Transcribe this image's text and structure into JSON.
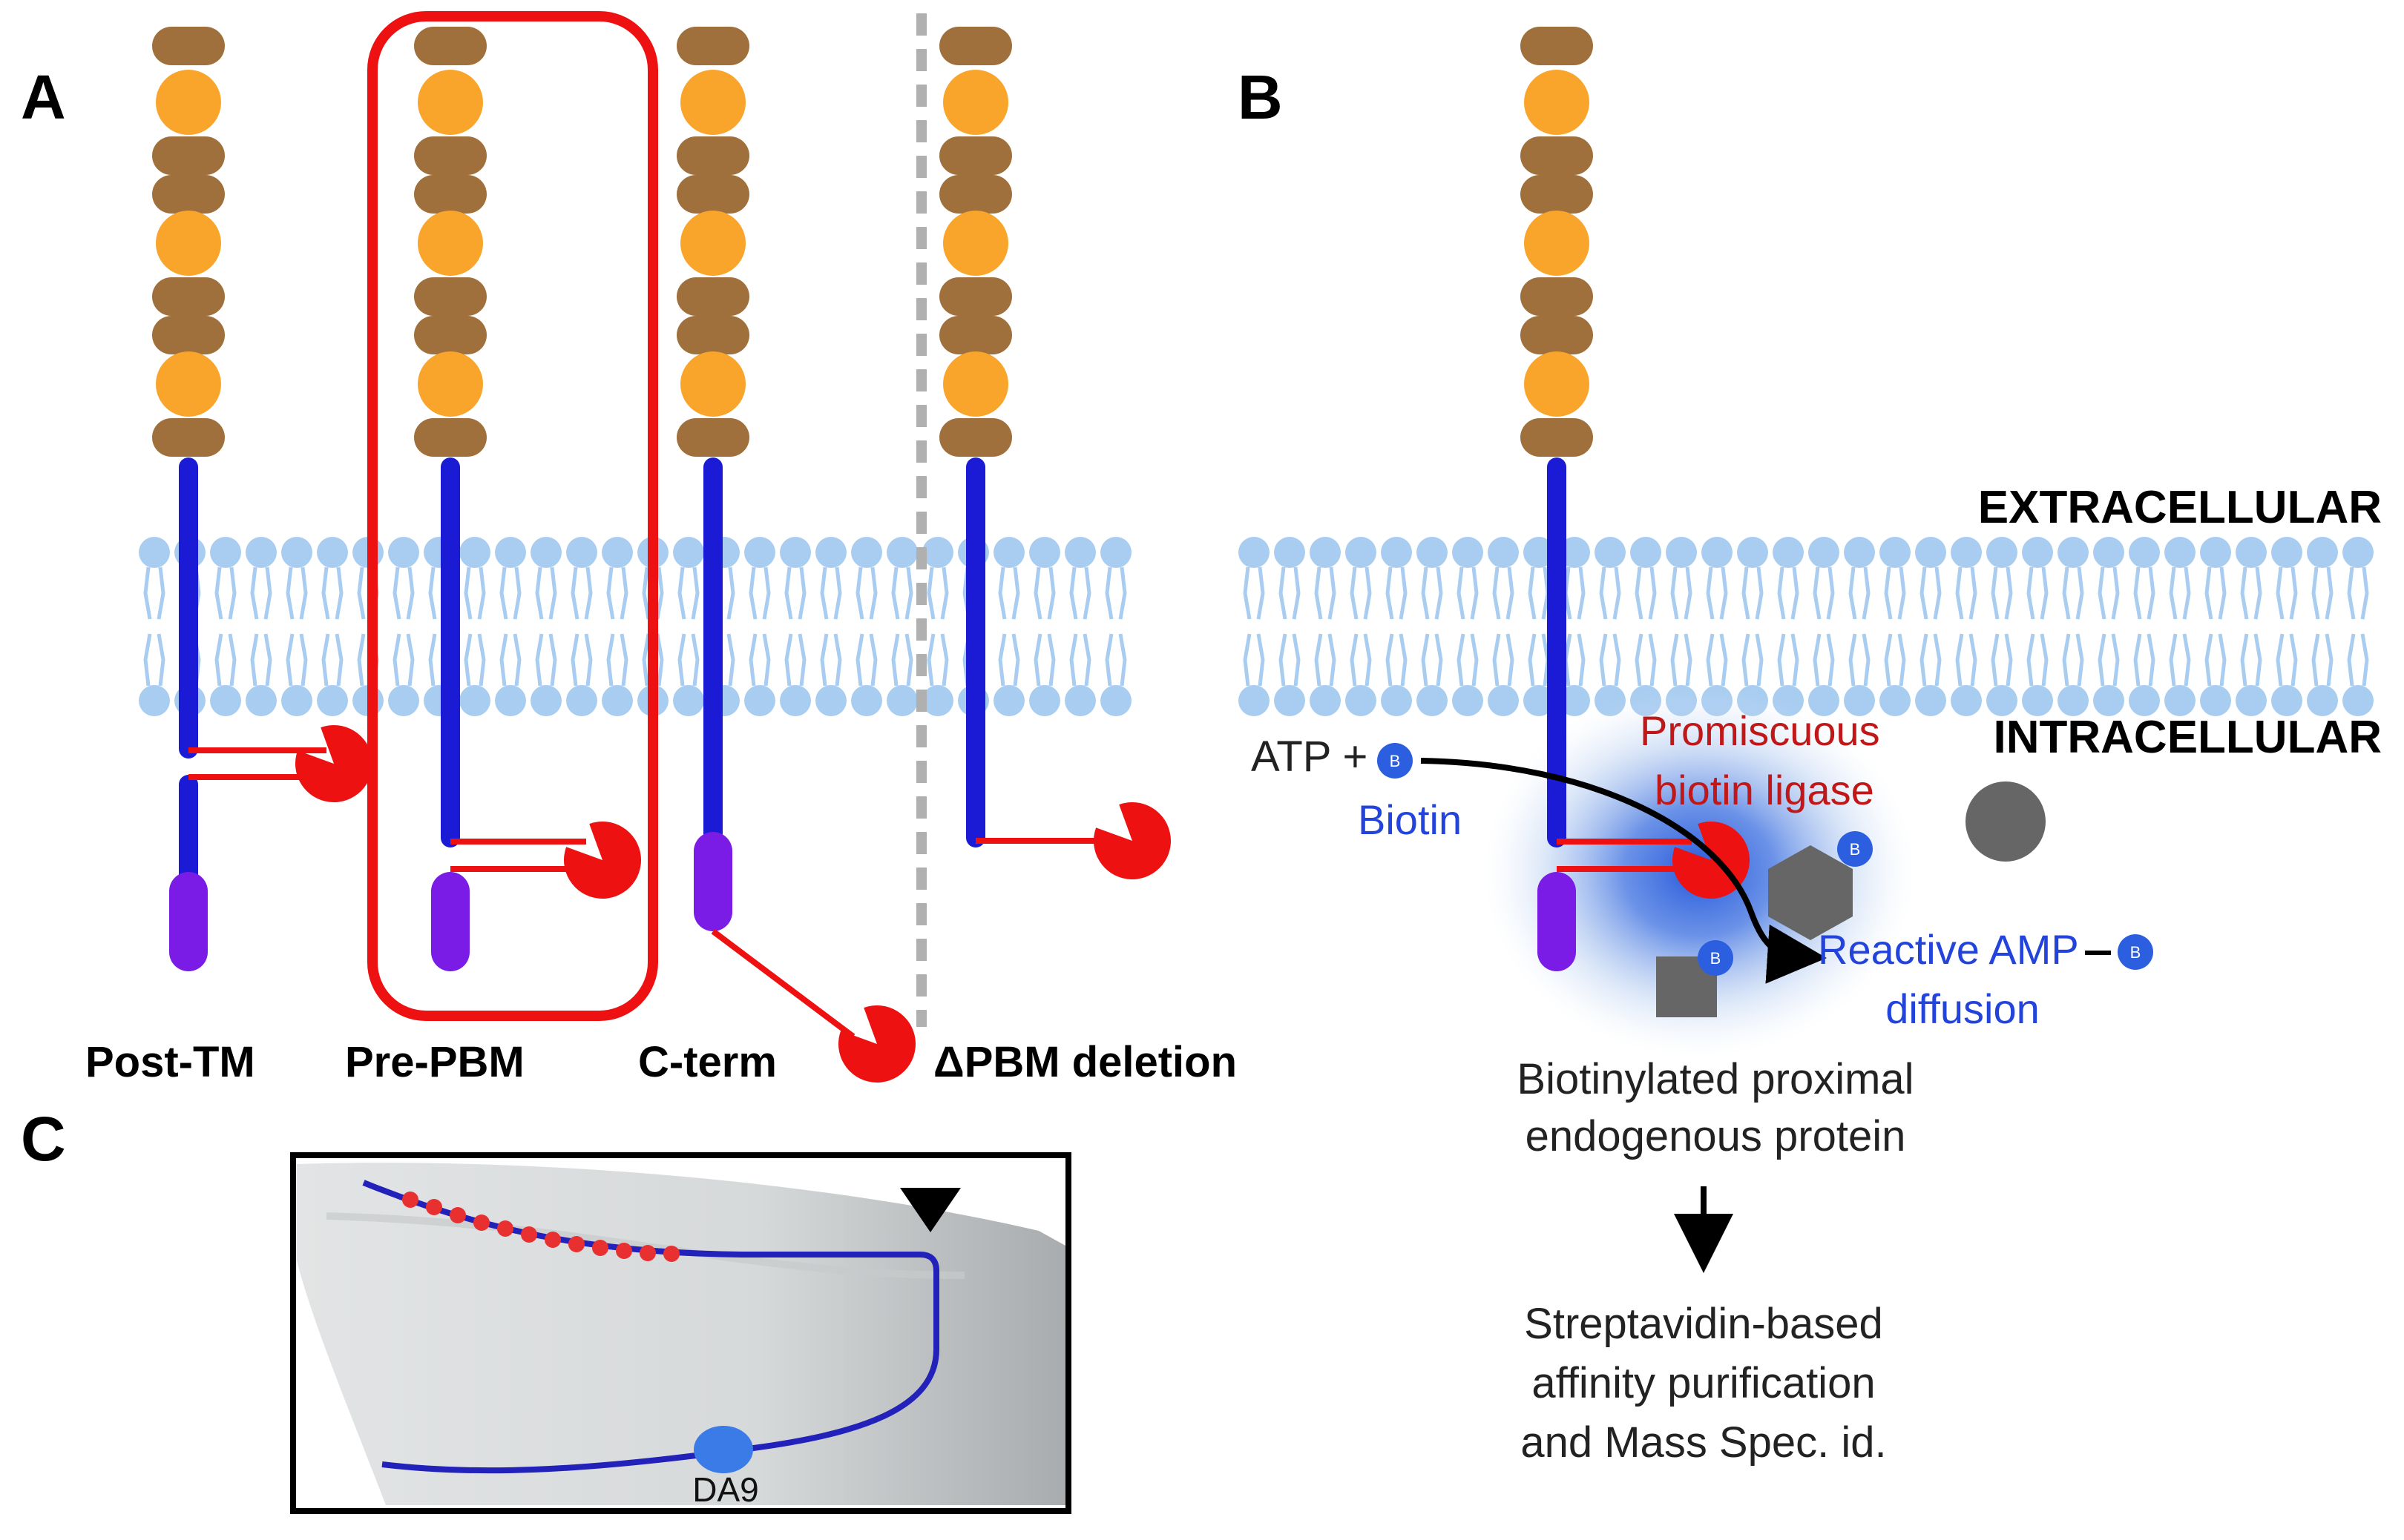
{
  "colors": {
    "domain_brown": "#a0703c",
    "domain_orange": "#f9a52b",
    "tm_blue": "#1b1bd6",
    "pdz_purple": "#7a1be6",
    "ligase_red": "#ee1111",
    "lipid_blue": "#a9cdf0",
    "product_gray": "#666666"
  },
  "panel_a": {
    "letter": "A",
    "constructs": [
      {
        "label": "Post-TM"
      },
      {
        "label": "Pre-PBM"
      },
      {
        "label": "C-term"
      },
      {
        "label": "ΔPBM deletion"
      }
    ]
  },
  "panel_b": {
    "letter": "B",
    "extracellular": "EXTRACELLULAR",
    "intracellular": "INTRACELLULAR",
    "atp": "ATP +",
    "biotin": "Biotin",
    "ligase_line1": "Promiscuous",
    "ligase_line2": "biotin ligase",
    "amp_line1": "Reactive AMP",
    "amp_line2": "diffusion",
    "biotinylated_line1": "Biotinylated proximal",
    "biotinylated_line2": "endogenous protein",
    "strep_line1": "Streptavidin-based",
    "strep_line2": "affinity purification",
    "strep_line3": "and Mass Spec. id.",
    "badge_letter": "B"
  },
  "panel_c": {
    "letter": "C",
    "neuron_label": "DA9"
  }
}
